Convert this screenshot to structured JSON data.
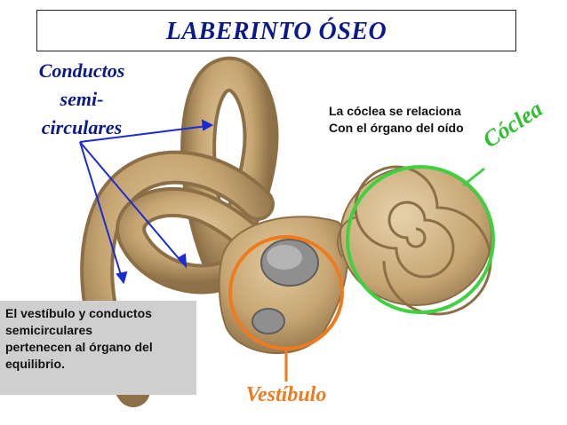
{
  "title": "LABERINTO ÓSEO",
  "labels": {
    "conductos": [
      "Conductos",
      "semi-",
      "circulares"
    ],
    "coclea": "Cóclea",
    "vestibulo": "Vestíbulo"
  },
  "notes": {
    "coclea": [
      "La cóclea se relaciona",
      "Con el órgano del oído"
    ],
    "vestibulo": [
      "El vestíbulo y conductos",
      "semicirculares",
      "pertenecen al órgano del",
      "equilibrio."
    ]
  },
  "colors": {
    "title_text": "#0b1a8a",
    "arrows": "#1a2bd6",
    "coclea_ring": "#3fd13f",
    "vestibulo_ring": "#f07a1e",
    "bone": "#c9a978",
    "note_box": "#cfcfcf"
  }
}
